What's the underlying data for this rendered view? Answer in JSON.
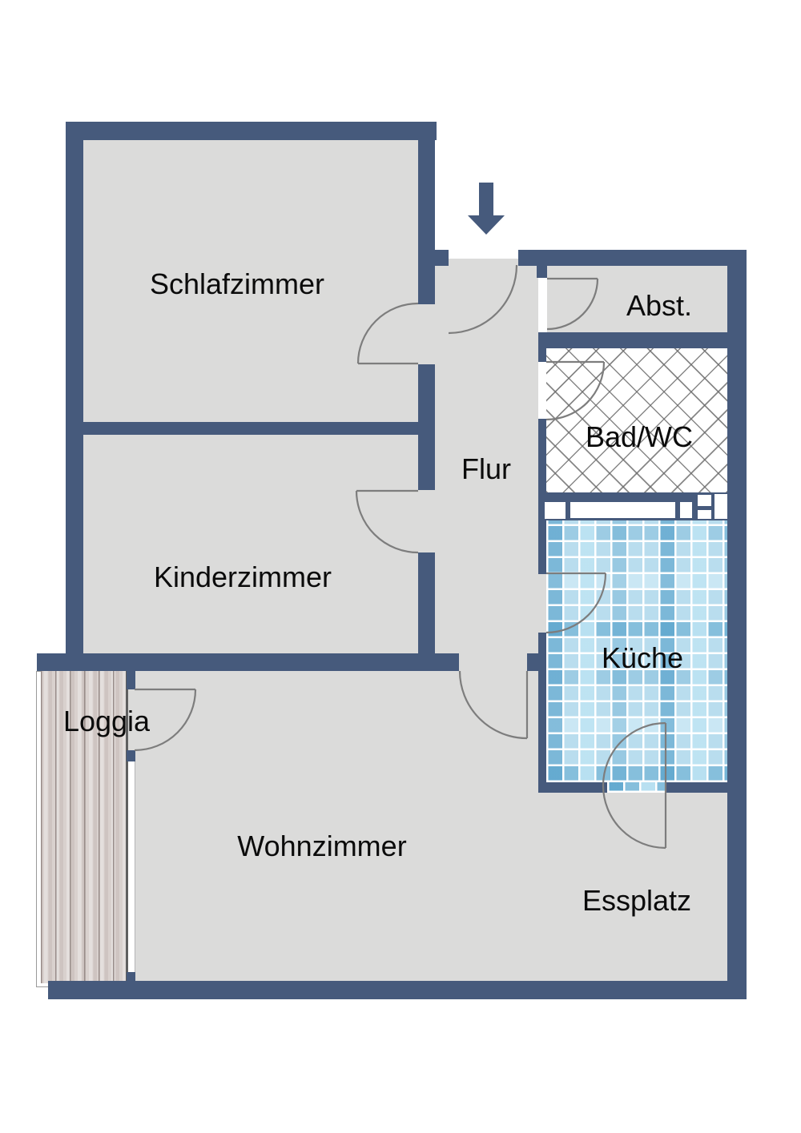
{
  "rooms": [
    {
      "label": "Schlafzimmer"
    },
    {
      "label": "Kinderzimmer"
    },
    {
      "label": "Flur"
    },
    {
      "label": "Abst."
    },
    {
      "label": "Bad/WC"
    },
    {
      "label": "Küche"
    },
    {
      "label": "Wohnzimmer"
    },
    {
      "label": "Essplatz"
    },
    {
      "label": "Loggia"
    }
  ],
  "icons": {
    "entrance_arrow": "arrow-down"
  },
  "colors": {
    "wall": "#465a7c",
    "floor": "#dbdbda",
    "bath_hatch_line": "#696969",
    "tile_blue": "#7db9d9",
    "wood": "#d9d1ce",
    "door_line": "#7d7d7d",
    "background": "#ffffff",
    "label_text": "#0b0b0b"
  }
}
